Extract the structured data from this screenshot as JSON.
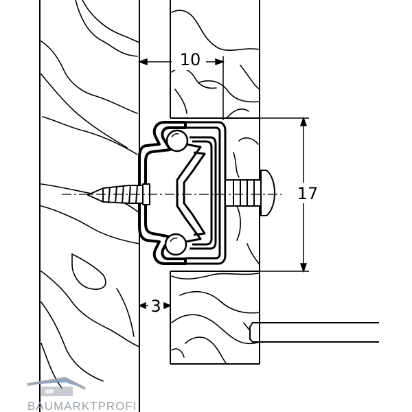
{
  "dimensions": {
    "top_width": "10",
    "height": "17",
    "gap": "3"
  },
  "brand": {
    "name": "BAUMARKTPROFI",
    "color": "#9aa1a8",
    "accent": "#5a8fc8"
  },
  "colors": {
    "line": "#000000",
    "background": "#ffffff"
  }
}
